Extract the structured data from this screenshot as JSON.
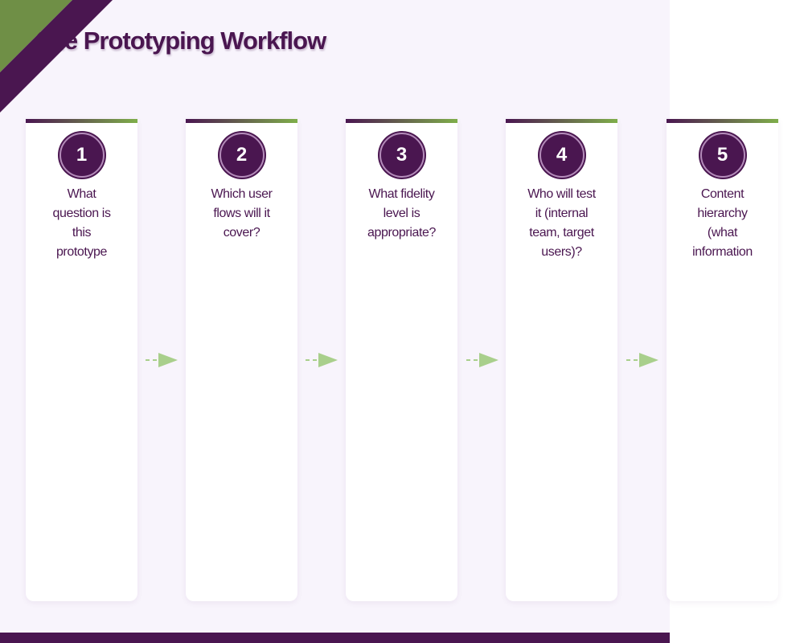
{
  "header": {
    "title": "The Prototyping Workflow"
  },
  "steps": [
    {
      "number": "1",
      "text": "What question is this prototype answering?"
    },
    {
      "number": "2",
      "text": "Which user flows will it cover?"
    },
    {
      "number": "3",
      "text": "What fidelity level is appropriate?"
    },
    {
      "number": "4",
      "text": "Who will test it (internal team, target users)?"
    },
    {
      "number": "5",
      "text": "Content hierarchy (what information comes first)?"
    }
  ],
  "colors": {
    "primary": "#4a1650",
    "accent_green": "#7fae4a",
    "arrow_green": "#a9cf8c",
    "background": "#f8f4fc"
  },
  "icons": {
    "connector": "dashed-arrow-icon",
    "corner": "corner-ribbon"
  }
}
